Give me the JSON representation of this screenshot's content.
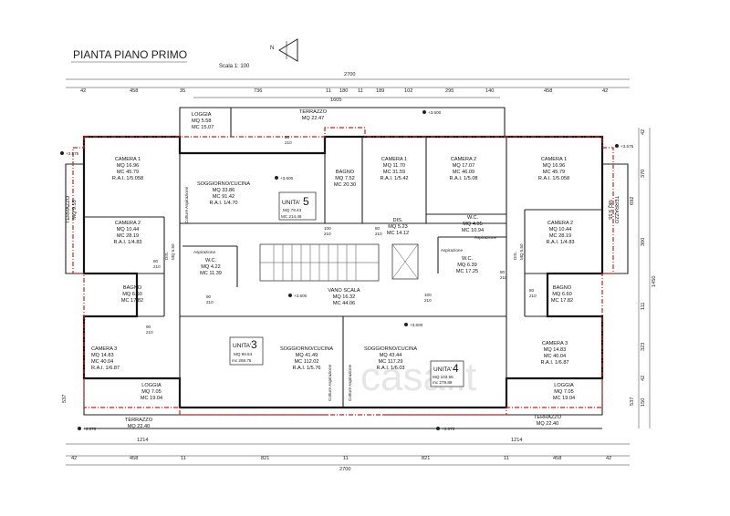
{
  "header": {
    "title": "PIANTA PIANO PRIMO",
    "scale": "Scala 1: 100",
    "north": "N"
  },
  "watermark": "casa.it",
  "dimensions": {
    "top_total": "2700",
    "top_row": [
      "42",
      "458",
      "35",
      "736",
      "11",
      "180",
      "11",
      "189",
      "102",
      "295",
      "140",
      "458",
      "42"
    ],
    "top_mid": "1605",
    "bottom_total": "2700",
    "bottom_row": [
      "42",
      "458",
      "11",
      "821",
      "11",
      "821",
      "11",
      "458",
      "42"
    ],
    "bottom_mid": [
      "1214",
      "1214"
    ],
    "left_vert": [
      "537"
    ],
    "right_vert": [
      "42",
      "370",
      "692",
      "300",
      "1450",
      "111",
      "323",
      "42",
      "537",
      "150"
    ]
  },
  "rooms": [
    {
      "id": "loggia-top",
      "lines": [
        "LOGGIA",
        "MQ 5.58",
        "MC 15.07"
      ]
    },
    {
      "id": "terrazzo-top",
      "lines": [
        "TERRAZZO",
        "MQ 22.47"
      ]
    },
    {
      "id": "camera1-left",
      "lines": [
        "CAMERA 1",
        "MQ 16.96",
        "MC 45.79",
        "R.A.I. 1/5.058"
      ]
    },
    {
      "id": "soggiorno-u5",
      "lines": [
        "SOGGIORNO/CUCINA",
        "MQ 33.86",
        "MC 91.42",
        "R.A.I. 1/4.70"
      ]
    },
    {
      "id": "bagno-u5",
      "lines": [
        "BAGNO",
        "MQ 7.52",
        "MC 20.30"
      ]
    },
    {
      "id": "camera1-mid",
      "lines": [
        "CAMERA 1",
        "MQ 11.70",
        "MC 31.59",
        "R.A.I. 1/5.42"
      ]
    },
    {
      "id": "camera2-mid",
      "lines": [
        "CAMERA 2",
        "MQ 17.07",
        "MC 46.09",
        "R.A.I. 1/5.08"
      ]
    },
    {
      "id": "camera1-right",
      "lines": [
        "CAMERA 1",
        "MQ 16.96",
        "MC 45.79",
        "R.A.I. 1/5.058"
      ]
    },
    {
      "id": "camera2-left",
      "lines": [
        "CAMERA 2",
        "MQ 10.44",
        "MC 28.19",
        "R.A.I. 1/4.83"
      ]
    },
    {
      "id": "dis-mid",
      "lines": [
        "DIS.",
        "MQ 5.23",
        "MC 14.12"
      ]
    },
    {
      "id": "wc-right",
      "lines": [
        "W.C.",
        "MQ 4.05",
        "MC 10.94"
      ]
    },
    {
      "id": "camera2-right",
      "lines": [
        "CAMERA 2",
        "MQ 10.44",
        "MC 28.19",
        "R.A.I. 1/4.83"
      ]
    },
    {
      "id": "wc-left",
      "lines": [
        "W.C.",
        "MQ 4.22",
        "MC 11.39"
      ]
    },
    {
      "id": "wc-right2",
      "lines": [
        "W.C.",
        "MQ 6.39",
        "MC 17.25"
      ]
    },
    {
      "id": "bagno-left",
      "lines": [
        "BAGNO",
        "MQ 6.60",
        "MC 17.82"
      ]
    },
    {
      "id": "vano-scala",
      "lines": [
        "VANO SCALA",
        "MQ 16.32",
        "MC 44.06"
      ]
    },
    {
      "id": "bagno-right",
      "lines": [
        "BAGNO",
        "MQ 6.60",
        "MC 17.82"
      ]
    },
    {
      "id": "camera3-left",
      "lines": [
        "CAMERA 3",
        "MQ 14.83",
        "MC 40.04",
        "R.A.I. 1/6.87"
      ]
    },
    {
      "id": "soggiorno-u3",
      "lines": [
        "SOGGIORNO/CUCINA",
        "MQ 41.49",
        "MC 112.02",
        "R.A.I. 1/5.76"
      ]
    },
    {
      "id": "soggiorno-u4",
      "lines": [
        "SOGGIORNO/CUCINA",
        "MQ 43.44",
        "MC 117.29",
        "R.A.I. 1/6.03"
      ]
    },
    {
      "id": "camera3-right",
      "lines": [
        "CAMERA 3",
        "MQ 14.83",
        "MC 40.04",
        "R.A.I. 1/6.87"
      ]
    },
    {
      "id": "loggia-bl",
      "lines": [
        "LOGGIA",
        "MQ 7.05",
        "MC 19.04"
      ]
    },
    {
      "id": "loggia-br",
      "lines": [
        "LOGGIA",
        "MQ 7.05",
        "MC 19.04"
      ]
    },
    {
      "id": "terrazzo-bl",
      "lines": [
        "TERRAZZO",
        "MQ 22.40"
      ]
    },
    {
      "id": "terrazzo-br",
      "lines": [
        "TERRAZZO",
        "MQ 22.40"
      ]
    },
    {
      "id": "terrazzo-left",
      "lines": [
        "TERRAZZO",
        "MQ 9.55"
      ]
    },
    {
      "id": "terrazzo-right",
      "lines": [
        "TERRAZZO",
        "MQ 9.55"
      ]
    },
    {
      "id": "dis-left",
      "lines": [
        "DIS.",
        "MQ 5.50"
      ]
    },
    {
      "id": "dis-right",
      "lines": [
        "DIS.",
        "MQ 5.50"
      ]
    }
  ],
  "units": [
    {
      "label": "UNITA'",
      "number": "5",
      "mq": "MQ 79.43",
      "mc": "MC 214.46"
    },
    {
      "label": "UNITA'",
      "number": "3",
      "mq": "MQ 99.54",
      "mc": "mc 268.76"
    },
    {
      "label": "UNITA'",
      "number": "4",
      "mq": "MQ 103.66",
      "mc": "mc 279.88"
    }
  ],
  "annotations": {
    "aspirazione": "Aspirazione",
    "cotture_aspirazione": "Cotture Aspirazione",
    "levels": [
      "+3.600",
      "+3.575",
      "+3.600",
      "+3.600",
      "+3.575",
      "+3.600",
      "+3.575",
      "+3.575"
    ],
    "door_labels": [
      "80",
      "210",
      "90",
      "210",
      "100",
      "210",
      "80",
      "210",
      "80",
      "210",
      "100",
      "210",
      "80",
      "210",
      "80",
      "210",
      "90",
      "210"
    ]
  }
}
